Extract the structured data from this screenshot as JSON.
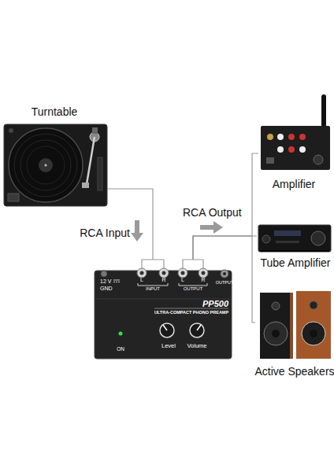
{
  "diagram": {
    "nodes": [
      {
        "text": [
          "Turntable"
        ]
      },
      {
        "text": [
          "12 V",
          "GND",
          "L",
          "R",
          "INPUT",
          "L",
          "R",
          "OUTPUT",
          "OUTPUT",
          "PP500",
          "ULTRA-COMPACT PHONO PREAMP",
          "ON",
          "Level",
          "Volume"
        ]
      },
      {
        "text": [
          "Amplifier"
        ]
      },
      {
        "text": [
          "Tube Amplifier"
        ]
      },
      {
        "text": [
          "Active Speakers"
        ]
      }
    ],
    "edges": [
      {
        "from": 0,
        "to": 1,
        "arrow": "none"
      },
      {
        "from": 1,
        "to": 2,
        "arrow": "none"
      },
      {
        "from": 1,
        "to": 3,
        "arrow": "none"
      },
      {
        "from": 1,
        "to": 4,
        "arrow": "none"
      }
    ],
    "labels": [
      "RCA Input",
      "RCA Output"
    ]
  }
}
